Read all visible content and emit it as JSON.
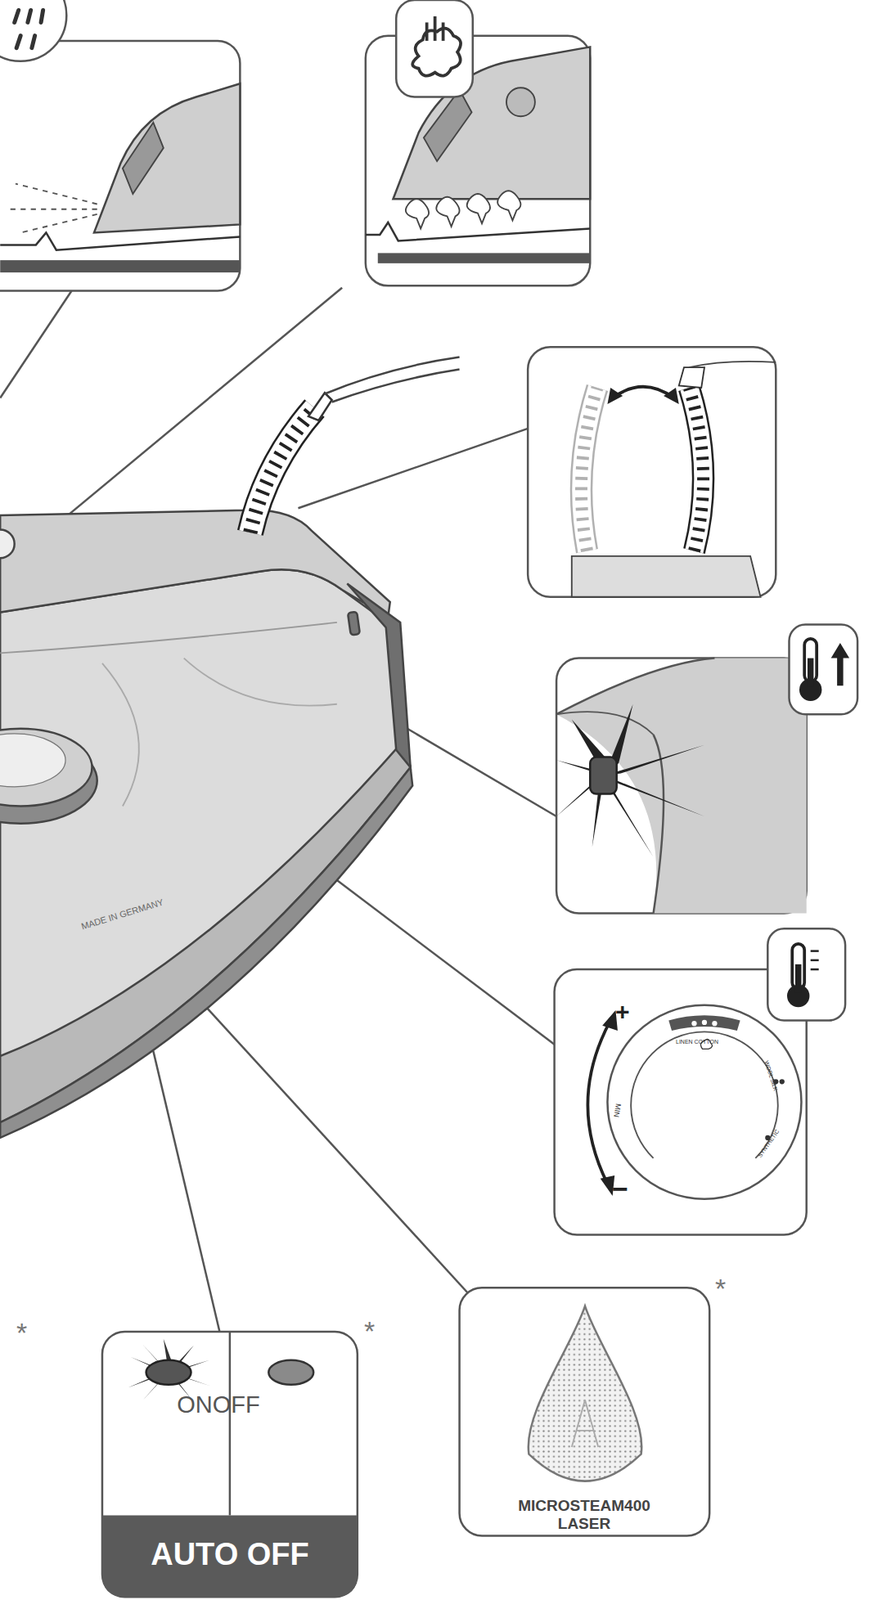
{
  "diagram": {
    "nodes": [
      {
        "text": [
          "ONOFF",
          "AUTO OFF"
        ]
      },
      {
        "text": [
          "MICROSTEAM400 LASER"
        ]
      }
    ],
    "labels": [
      "MADE IN GERMANY",
      "+",
      "LINEN COTTON",
      "WOOL SILK",
      "SYNTHETIC",
      "MIN",
      "−",
      "*",
      "*",
      "*"
    ]
  }
}
